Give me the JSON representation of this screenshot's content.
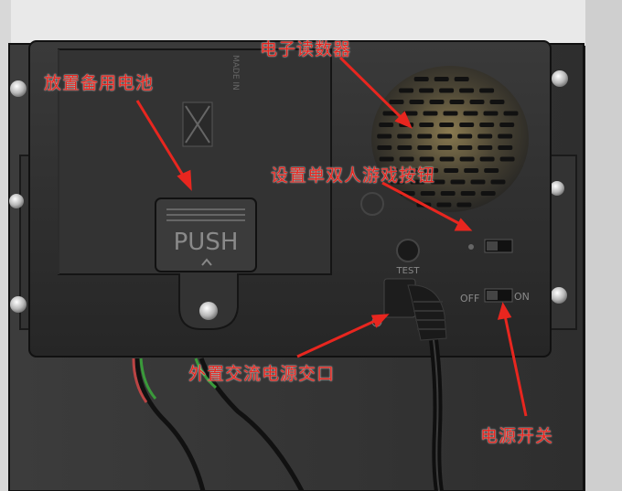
{
  "annotations": {
    "battery": "放置备用电池",
    "reader": "电子读数器",
    "mode_switch": "设置单双人游戏按钮",
    "power_port": "外置交流电源交口",
    "power_switch": "电源开关"
  },
  "panel": {
    "push": "PUSH",
    "test": "TEST",
    "off": "OFF",
    "on": "ON",
    "made": "MADE IN"
  },
  "colors": {
    "annotation": "#e8261f",
    "panel": "#2c2c2c",
    "background": "#1b1b1b"
  }
}
